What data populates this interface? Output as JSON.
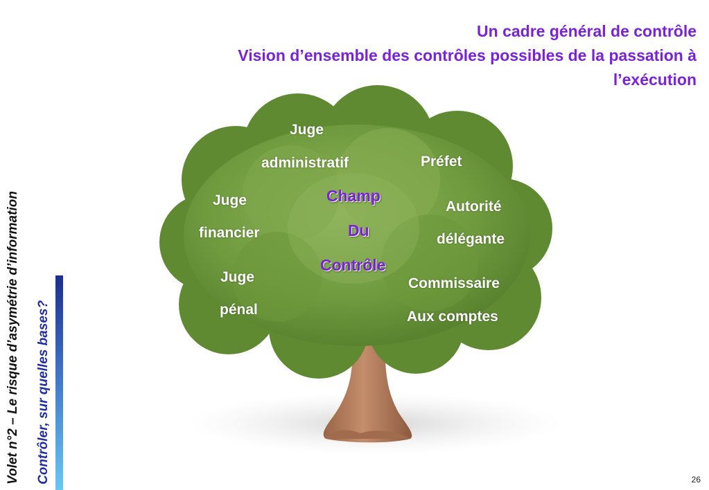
{
  "slide": {
    "title_line1": "Un cadre général de contrôle",
    "title_line2": "Vision d’ensemble des contrôles possibles de la passation à",
    "title_line3": "l’exécution",
    "vertical_line1": "Volet n°2 – Le risque d’asymétrie d’information",
    "vertical_line2": "Contrôler, sur quelles bases?",
    "page_number": "26"
  },
  "tree": {
    "center": [
      "Champ",
      "Du",
      "Contrôle"
    ],
    "labels": {
      "juge_admin_1": "Juge",
      "juge_admin_2": "administratif",
      "prefet": "Préfet",
      "juge_fin_1": "Juge",
      "juge_fin_2": "financier",
      "autorite_1": "Autorité",
      "autorite_2": "délégante",
      "juge_penal_1": "Juge",
      "juge_penal_2": "pénal",
      "commissaire_1": "Commissaire",
      "commissaire_2": "Aux comptes"
    }
  },
  "colors": {
    "title": "#7a22d6",
    "foliage": "#6f9a3e",
    "trunk": "#b07a5a"
  }
}
